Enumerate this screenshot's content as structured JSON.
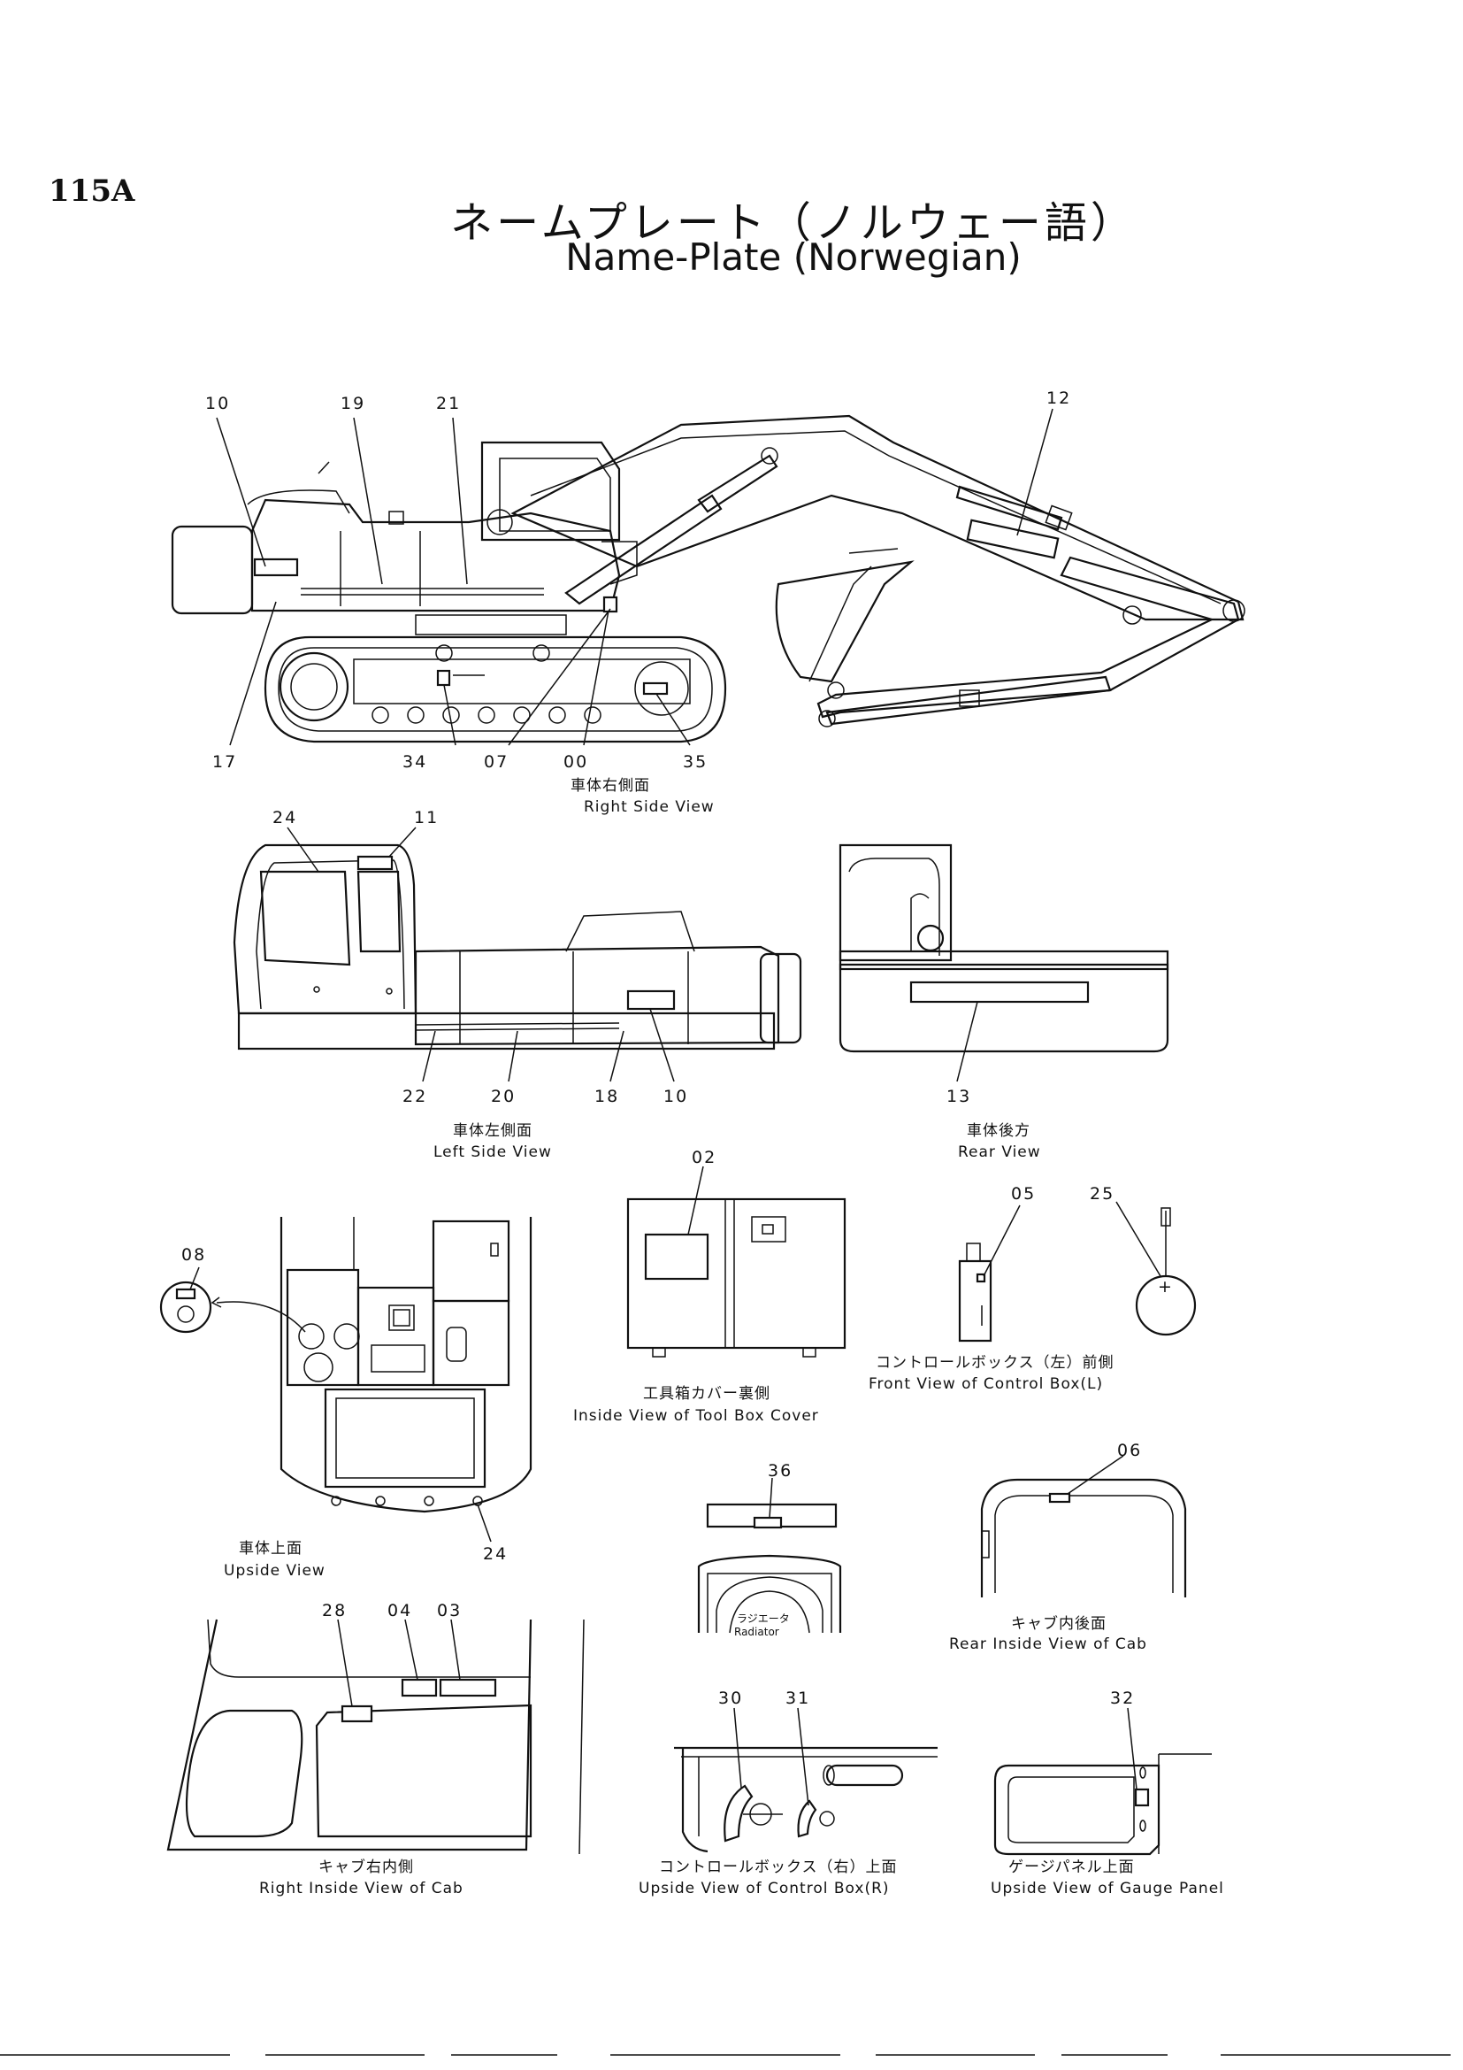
{
  "header": {
    "page_number": "115A",
    "title_jp": "ネームプレート（ノルウェー語）",
    "title_en": "Name-Plate (Norwegian)"
  },
  "views": {
    "right_side": {
      "caption_jp": "車体右側面",
      "caption_en": "Right Side View",
      "labels": [
        "10",
        "19",
        "21",
        "12",
        "17",
        "34",
        "07",
        "00",
        "35"
      ]
    },
    "left_side": {
      "caption_jp": "車体左側面",
      "caption_en": "Left Side View",
      "labels": [
        "24",
        "11",
        "22",
        "20",
        "18",
        "10"
      ]
    },
    "rear": {
      "caption_jp": "車体後方",
      "caption_en": "Rear View",
      "labels": [
        "13"
      ]
    },
    "upside": {
      "caption_jp": "車体上面",
      "caption_en": "Upside View",
      "labels": [
        "08",
        "24"
      ]
    },
    "tool_box": {
      "caption_jp": "工具箱カバー裏側",
      "caption_en": "Inside View of Tool Box Cover",
      "labels": [
        "02"
      ]
    },
    "control_box_l": {
      "caption_jp": "コントロールボックス（左）前側",
      "caption_en": "Front View of Control Box(L)",
      "labels": [
        "05",
        "25"
      ]
    },
    "radiator": {
      "label_jp": "ラジエータ",
      "label_en": "Radiator",
      "labels": [
        "36"
      ]
    },
    "cab_rear": {
      "caption_jp": "キャブ内後面",
      "caption_en": "Rear Inside View of Cab",
      "labels": [
        "06"
      ]
    },
    "cab_right": {
      "caption_jp": "キャブ右内側",
      "caption_en": "Right Inside View of Cab",
      "labels": [
        "28",
        "04",
        "03"
      ]
    },
    "control_box_r": {
      "caption_jp": "コントロールボックス（右）上面",
      "caption_en": "Upside View of Control Box(R)",
      "labels": [
        "30",
        "31"
      ]
    },
    "gauge_panel": {
      "caption_jp": "ゲージパネル上面",
      "caption_en": "Upside View of Gauge Panel",
      "labels": [
        "32"
      ]
    }
  }
}
